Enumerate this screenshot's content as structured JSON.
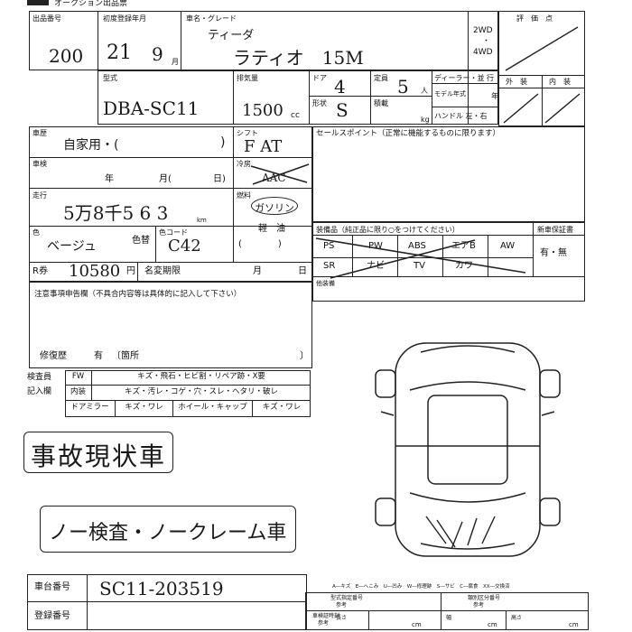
{
  "header": {
    "truncated_title": "オークション出品票"
  },
  "top": {
    "lot_label": "出品番号",
    "lot_value": "200",
    "reg_label": "初度登録年月",
    "reg_year": "21",
    "reg_month": "9",
    "reg_month_unit": "月",
    "name_label": "車名・グレード",
    "name_small": "ティーダ",
    "name_value": "ラティオ　15M",
    "drive_2wd": "2WD",
    "drive_dot": "・",
    "drive_4wd": "4WD",
    "score_label": "評　価　点",
    "exterior_label": "外　装",
    "interior_label": "内　装"
  },
  "model": {
    "model_label": "型式",
    "model_value": "DBA-SC11",
    "disp_label": "排気量",
    "disp_value": "1500",
    "disp_unit": "cc",
    "door_label": "ドア",
    "door_value": "4",
    "cap_label": "定員",
    "cap_value": "5",
    "cap_unit": "人",
    "shape_label": "形状",
    "shape_value": "S",
    "load_label": "積載",
    "load_unit": "kg",
    "dealer_label": "ディーラー・並 行",
    "model_year_label": "モデル年式",
    "model_year_unit": "年",
    "handle_label": "ハンドル 左・右"
  },
  "history": {
    "history_label": "車歴",
    "history_value": "自家用・(",
    "history_close": ")",
    "shift_label": "シフト",
    "shift_value": "F AT",
    "inspect_label": "車検",
    "inspect_year": "年",
    "inspect_month": "月(",
    "inspect_day": "日)",
    "ac_label": "冷房",
    "ac_value": "AAC",
    "mileage_label": "走行",
    "mileage_value": "5万8千5 6 3",
    "mileage_unit": "km",
    "fuel_label": "燃料",
    "fuel_value": "ガソリン",
    "fuel_alt": "軽　油",
    "fuel_paren": "(　　　　)",
    "color_label": "色",
    "color_value": "ベージュ",
    "recolor_label": "色替",
    "colorcode_label": "色コード",
    "colorcode_value": "C42",
    "recycle_label": "R券",
    "recycle_value": "10580",
    "recycle_unit": "円",
    "transfer_label": "名変期限",
    "transfer_month": "月",
    "transfer_day": "日"
  },
  "sales": {
    "sales_point_label": "セールスポイント（正常に機能するものに限ります）"
  },
  "equipment": {
    "title": "装備品（純正品に限り○をつけてください）",
    "row1": [
      "PS",
      "PW",
      "ABS",
      "エアB",
      "AW"
    ],
    "row2": [
      "SR",
      "ナビ",
      "TV",
      "カワ"
    ],
    "other_label": "他装備",
    "warranty_label": "新車保証書",
    "warranty_value": "有・無"
  },
  "notes": {
    "title": "注意事項申告欄（不具合内容等は具体的に記入して下さい）",
    "repair_label": "修復歴",
    "repair_value": "有",
    "repair_place": "〔箇所",
    "repair_close": "〕"
  },
  "checker": {
    "label1": "検査員",
    "label2": "記入欄",
    "row1": [
      "FW",
      "キズ・飛石・ヒビ割・リペア跡・X要"
    ],
    "row2": [
      "内装",
      "キズ・汚レ・コゲ・穴・スレ・ヘタリ・破レ"
    ],
    "row3": [
      "ドアミラー",
      "キズ・ワレ",
      "ホイール・キャップ",
      "キズ・ワレ"
    ]
  },
  "stamps": {
    "accident": "事故現状車",
    "no_claim": "ノー検査・ノークレーム車"
  },
  "chassis": {
    "label": "車台番号",
    "value": "SC11-203519"
  },
  "registration": {
    "label": "登録番号"
  },
  "legend": {
    "text": "A―キズ　E―へこみ　U―凹み　W―修理跡　S―サビ　C―腐食　XX―交換済"
  },
  "bottom_table": {
    "cell1": "型式指定番号",
    "cell1b": "参考",
    "cell2": "類別区分番号",
    "cell2b": "参考",
    "cell3": "車検証時刻",
    "cell3b": "参考",
    "cell3c": "長さ",
    "cell4": "cm",
    "cell5": "幅",
    "cell6": "cm",
    "cell7": "高さ",
    "cell8": "cm"
  },
  "colors": {
    "ink": "#111111",
    "paper": "#ffffff",
    "pencil": "#1a1a1a"
  }
}
